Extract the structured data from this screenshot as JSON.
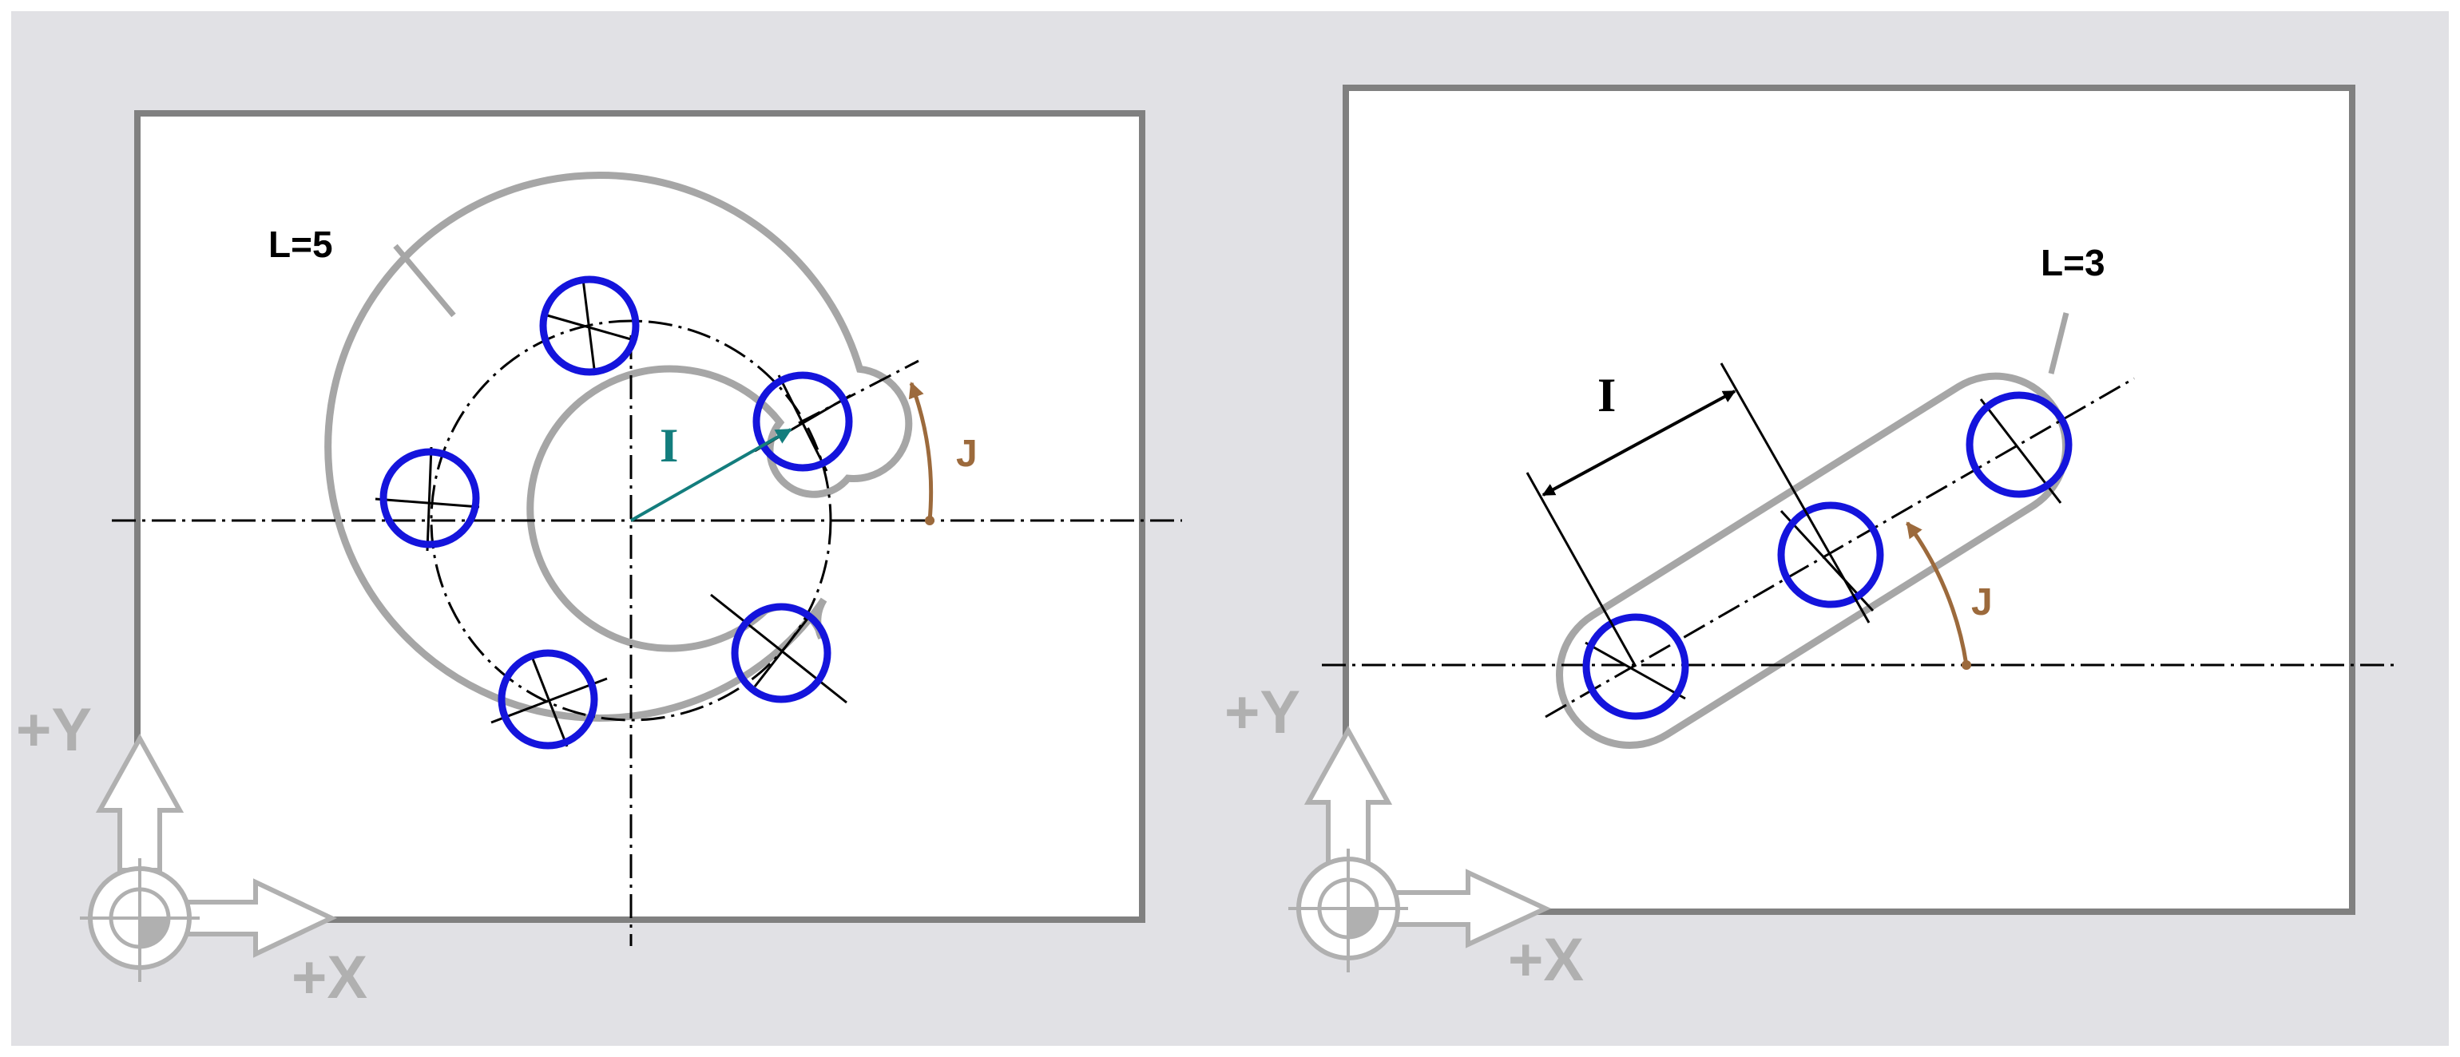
{
  "colors": {
    "frame_background": "#e1e1e5",
    "panel_fill": "#ffffff",
    "panel_border": "#808080",
    "slot_outline": "#a6a6a6",
    "hole": "#1414dc",
    "centerline": "#000000",
    "pitch_arrow": "#137d7d",
    "angle_arrow": "#9c6a3c",
    "axis_symbol": "#b0b0b0"
  },
  "left_panel": {
    "count_label": "L=5",
    "pitch_label": "I",
    "angle_label": "J",
    "hole_count": 5
  },
  "right_panel": {
    "count_label": "L=3",
    "pitch_label": "I",
    "angle_label": "J",
    "hole_count": 3
  },
  "axes": {
    "x_label": "+X",
    "y_label": "+Y"
  }
}
